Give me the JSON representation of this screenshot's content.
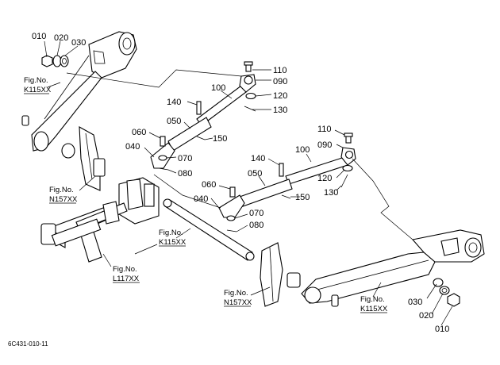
{
  "callouts": {
    "c010_left": "010",
    "c020_left": "020",
    "c030_left": "030",
    "c110_top": "110",
    "c090_top": "090",
    "c100_top": "100",
    "c120_top": "120",
    "c130_top": "130",
    "c140_top": "140",
    "c050_top": "050",
    "c060_top": "060",
    "c040_top": "040",
    "c150_top": "150",
    "c070_top": "070",
    "c080_top": "080",
    "c110_right": "110",
    "c090_right": "090",
    "c100_right": "100",
    "c140_right": "140",
    "c050_right": "050",
    "c120_right": "120",
    "c130_right": "130",
    "c060_right": "060",
    "c040_right": "040",
    "c150_right": "150",
    "c070_right": "070",
    "c080_right": "080",
    "c030_right": "030",
    "c020_right": "020",
    "c010_right": "010"
  },
  "references": {
    "k115_left": {
      "line1": "Fig.No.",
      "line2": "K115XX"
    },
    "n157_left": {
      "line1": "Fig.No.",
      "line2": "N157XX"
    },
    "k115_mid": {
      "line1": "Fig.No.",
      "line2": "K115XX"
    },
    "l117": {
      "line1": "Fig.No.",
      "line2": "L117XX"
    },
    "n157_mid": {
      "line1": "Fig.No.",
      "line2": "N157XX"
    },
    "k115_right": {
      "line1": "Fig.No.",
      "line2": "K115XX"
    }
  },
  "drawing_code": "6C431-010-11"
}
